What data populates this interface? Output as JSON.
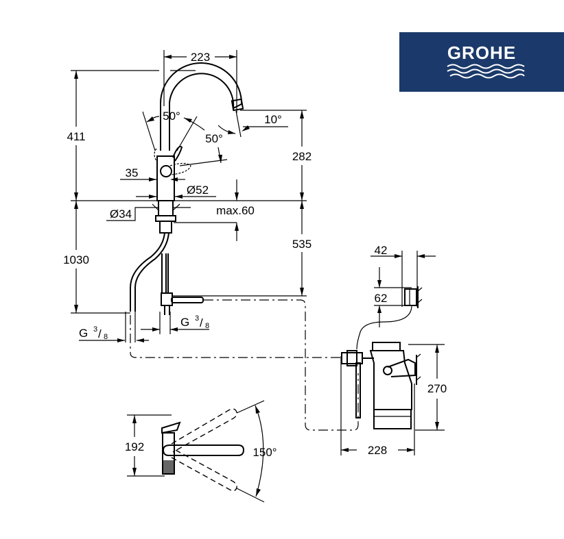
{
  "logo": {
    "text": "GROHE",
    "background": "#1b3a6b",
    "foreground": "#ffffff"
  },
  "dimensions": {
    "spout_reach": "223",
    "total_height": "411",
    "spout_height": "282",
    "hose_length": "1030",
    "under_counter": "535",
    "lever_angle_left": "50°",
    "lever_angle_right": "50°",
    "spout_tilt": "10°",
    "lever_offset": "35",
    "body_diameter": "Ø52",
    "shank_diameter": "Ø34",
    "max_counter": "max.60",
    "thread_left": "G",
    "thread_right": "G",
    "thread_num": "3",
    "thread_den": "8",
    "box_width": "42",
    "box_height": "62",
    "filter_height": "270",
    "filter_width": "228",
    "top_view_height": "192",
    "swivel_angle": "150°"
  }
}
